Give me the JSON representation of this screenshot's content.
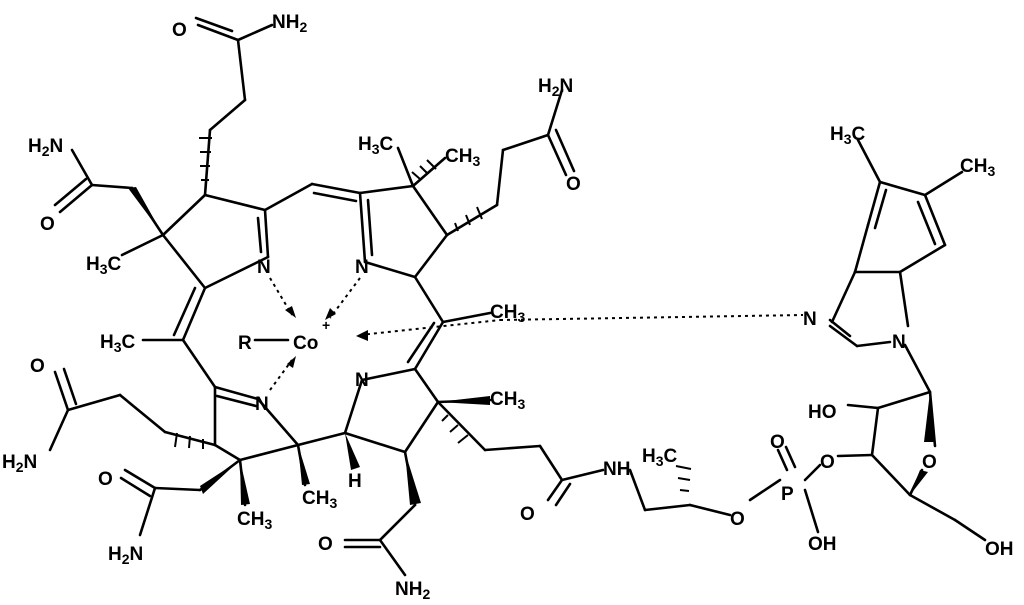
{
  "colors": {
    "ink": "#000000",
    "background": "#ffffff"
  },
  "labels": {
    "co": "Co",
    "co_charge": "+",
    "r": "R",
    "n": "N",
    "o": "O",
    "h": "H",
    "p": "P",
    "nh": "NH",
    "nh2": "NH2",
    "h2n": "H2N",
    "ch3": "CH3",
    "h3c": "H3C",
    "ho": "HO",
    "oh": "OH"
  }
}
